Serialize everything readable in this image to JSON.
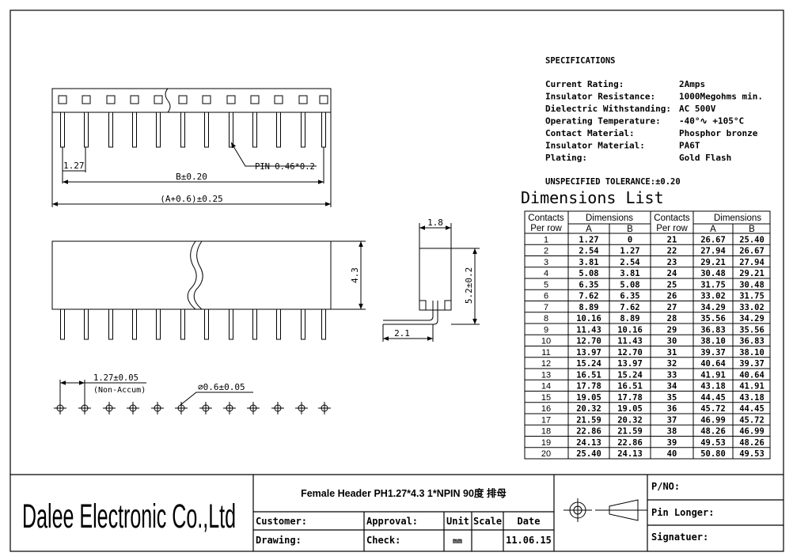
{
  "drawing": {
    "top_dims": {
      "pitch": "1.27",
      "pin": "PIN 0.46*0.2",
      "b": "B±0.20",
      "a": "(A+0.6)±0.25"
    },
    "front_dims": {
      "height": "4.3"
    },
    "side_dims": {
      "width": "1.8",
      "height": "5.2±0.2",
      "offset": "2.1"
    },
    "bottom_dims": {
      "pitch": "1.27±0.05",
      "note": "(Non-Accum)",
      "hole": "∅0.6±0.05"
    }
  },
  "specs": {
    "title": "SPECIFICATIONS",
    "rows": [
      {
        "label": "Current Rating:",
        "value": "2Amps"
      },
      {
        "label": "Insulator Resistance:",
        "value": "1000Megohms min."
      },
      {
        "label": "Dielectric Withstanding:",
        "value": "AC 500V"
      },
      {
        "label": "Operating Temperature:",
        "value": "-40°∿ +105°C"
      },
      {
        "label": "Contact Material:",
        "value": "Phosphor bronze"
      },
      {
        "label": "Insulator Material:",
        "value": "PA6T"
      },
      {
        "label": "Plating:",
        "value": "Gold Flash"
      }
    ],
    "tolerance": "UNSPECIFIED TOLERANCE:±0.20"
  },
  "dim_list": {
    "title": "Dimensions List",
    "h_contacts": "Contacts",
    "h_per_row": "Per row",
    "h_dimensions": "Dimensions",
    "h_a": "A",
    "h_b": "B",
    "rows": [
      [
        "1",
        "1.27",
        "0",
        "21",
        "26.67",
        "25.40"
      ],
      [
        "2",
        "2.54",
        "1.27",
        "22",
        "27.94",
        "26.67"
      ],
      [
        "3",
        "3.81",
        "2.54",
        "23",
        "29.21",
        "27.94"
      ],
      [
        "4",
        "5.08",
        "3.81",
        "24",
        "30.48",
        "29.21"
      ],
      [
        "5",
        "6.35",
        "5.08",
        "25",
        "31.75",
        "30.48"
      ],
      [
        "6",
        "7.62",
        "6.35",
        "26",
        "33.02",
        "31.75"
      ],
      [
        "7",
        "8.89",
        "7.62",
        "27",
        "34.29",
        "33.02"
      ],
      [
        "8",
        "10.16",
        "8.89",
        "28",
        "35.56",
        "34.29"
      ],
      [
        "9",
        "11.43",
        "10.16",
        "29",
        "36.83",
        "35.56"
      ],
      [
        "10",
        "12.70",
        "11.43",
        "30",
        "38.10",
        "36.83"
      ],
      [
        "11",
        "13.97",
        "12.70",
        "31",
        "39.37",
        "38.10"
      ],
      [
        "12",
        "15.24",
        "13.97",
        "32",
        "40.64",
        "39.37"
      ],
      [
        "13",
        "16.51",
        "15.24",
        "33",
        "41.91",
        "40.64"
      ],
      [
        "14",
        "17.78",
        "16.51",
        "34",
        "43.18",
        "41.91"
      ],
      [
        "15",
        "19.05",
        "17.78",
        "35",
        "44.45",
        "43.18"
      ],
      [
        "16",
        "20.32",
        "19.05",
        "36",
        "45.72",
        "44.45"
      ],
      [
        "17",
        "21.59",
        "20.32",
        "37",
        "46.99",
        "45.72"
      ],
      [
        "18",
        "22.86",
        "21.59",
        "38",
        "48.26",
        "46.99"
      ],
      [
        "19",
        "24.13",
        "22.86",
        "39",
        "49.53",
        "48.26"
      ],
      [
        "20",
        "25.40",
        "24.13",
        "40",
        "50.80",
        "49.53"
      ]
    ]
  },
  "title_block": {
    "company": "Dalee Electronic Co.,Ltd",
    "product": "Female Header PH1.27*4.3  1*NPIN  90度  排母",
    "customer": "Customer:",
    "approval": "Approval:",
    "unit": "Unit",
    "scale": "Scale",
    "date": "Date",
    "drawing": "Drawing:",
    "check": "Check:",
    "unit_value": "mm",
    "date_value": "11.06.15",
    "pno": "P/NO:",
    "pin_longer": "Pin Longer:",
    "signature": "Signatuer:"
  }
}
